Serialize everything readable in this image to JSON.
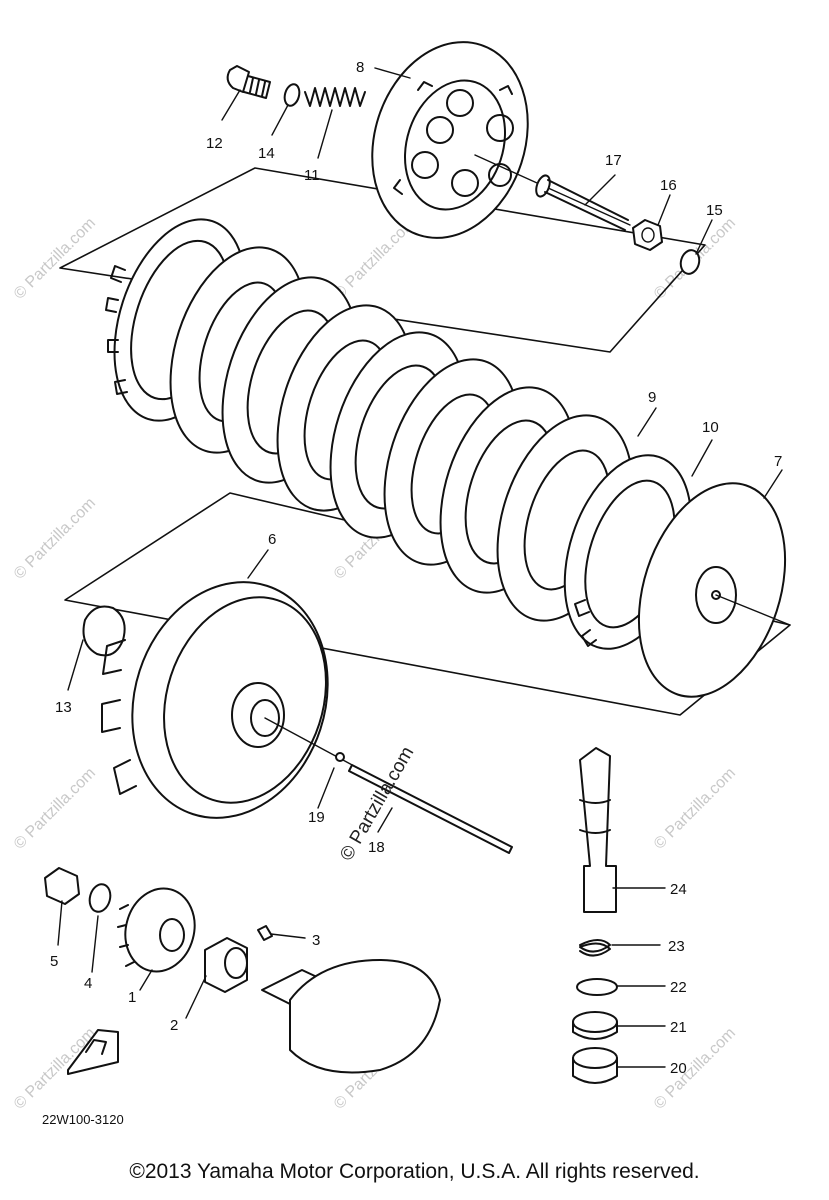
{
  "watermark": {
    "text": "© Partzilla.com"
  },
  "diagram": {
    "code": "22W100-3120",
    "callouts": [
      "1",
      "2",
      "3",
      "4",
      "5",
      "6",
      "7",
      "8",
      "9",
      "10",
      "11",
      "12",
      "13",
      "14",
      "15",
      "16",
      "17",
      "18",
      "19",
      "20",
      "21",
      "22",
      "23",
      "24"
    ]
  },
  "footer": {
    "copyright": "©2013 Yamaha Motor Corporation, U.S.A. All rights reserved."
  }
}
